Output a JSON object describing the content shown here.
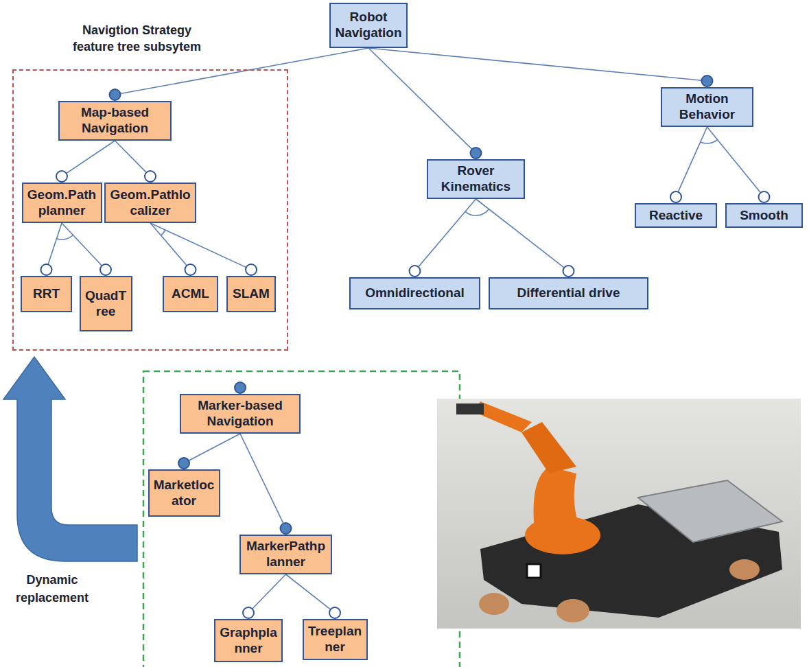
{
  "diagram": {
    "nodes": [
      {
        "text": [
          "Robot Navigation"
        ]
      },
      {
        "text": [
          "Navigtion Strategy feature tree subsytem"
        ]
      },
      {
        "text": [
          "Map-based Navigation"
        ],
        "in": 1
      },
      {
        "text": [
          "Geom.Path planner"
        ],
        "in": 1
      },
      {
        "text": [
          "Geom.Pathlo calizer"
        ],
        "in": 1
      },
      {
        "text": [
          "RRT"
        ],
        "in": 1
      },
      {
        "text": [
          "QuadT ree"
        ],
        "in": 1
      },
      {
        "text": [
          "ACML"
        ],
        "in": 1
      },
      {
        "text": [
          "SLAM"
        ],
        "in": 1
      },
      {
        "text": [
          "Rover Kinematics"
        ]
      },
      {
        "text": [
          "Omnidirectional"
        ]
      },
      {
        "text": [
          "Differential drive"
        ]
      },
      {
        "text": [
          "Motion Behavior"
        ]
      },
      {
        "text": [
          "Reactive"
        ]
      },
      {
        "text": [
          "Smooth"
        ]
      },
      {
        "text": [
          "Marker-based Navigation"
        ]
      },
      {
        "text": [
          "Marketloc ator"
        ]
      },
      {
        "text": [
          "MarkerPathp lanner"
        ]
      },
      {
        "text": [
          "Graphpla nner"
        ]
      },
      {
        "text": [
          "Treeplan ner"
        ]
      }
    ],
    "edges": [
      {
        "from": 0,
        "to": 2,
        "arrow": "none"
      },
      {
        "from": 0,
        "to": 9,
        "arrow": "none"
      },
      {
        "from": 0,
        "to": 12,
        "arrow": "none"
      },
      {
        "from": 2,
        "to": 3,
        "arrow": "none"
      },
      {
        "from": 2,
        "to": 4,
        "arrow": "none"
      },
      {
        "from": 3,
        "to": 5,
        "arrow": "none"
      },
      {
        "from": 3,
        "to": 6,
        "arrow": "none"
      },
      {
        "from": 4,
        "to": 7,
        "arrow": "none"
      },
      {
        "from": 4,
        "to": 8,
        "arrow": "none"
      },
      {
        "from": 9,
        "to": 10,
        "arrow": "none"
      },
      {
        "from": 9,
        "to": 11,
        "arrow": "none"
      },
      {
        "from": 12,
        "to": 13,
        "arrow": "none"
      },
      {
        "from": 12,
        "to": 14,
        "arrow": "none"
      },
      {
        "from": 15,
        "to": 16,
        "arrow": "none"
      },
      {
        "from": 15,
        "to": 17,
        "arrow": "none"
      },
      {
        "from": 17,
        "to": 18,
        "arrow": "none"
      },
      {
        "from": 17,
        "to": 19,
        "arrow": "none"
      }
    ],
    "labels": [
      "Dynamic replacement"
    ]
  }
}
